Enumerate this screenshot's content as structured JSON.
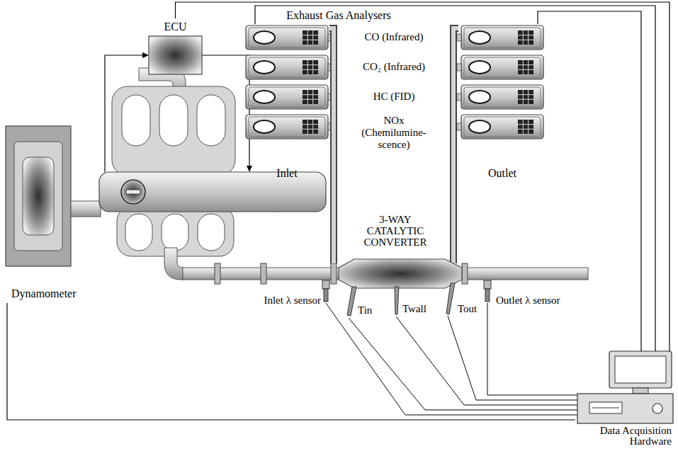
{
  "diagram": {
    "nodes": [
      {
        "text": [
          "ECU"
        ]
      },
      {
        "text": [
          "Dynamometer"
        ]
      },
      {
        "text": [
          "Inlet"
        ]
      },
      {
        "text": [
          "Outlet"
        ]
      },
      {
        "text": [
          "3-WAY CATALYTIC CONVERTER"
        ]
      },
      {
        "text": [
          "Data Acquisition Hardware"
        ]
      }
    ],
    "edges": [
      {
        "from": 0,
        "to": 5,
        "arrow": "none"
      },
      {
        "from": 2,
        "to": 5,
        "arrow": "none"
      },
      {
        "from": 3,
        "to": 5,
        "arrow": "none"
      },
      {
        "from": 4,
        "to": 2,
        "arrow": "none"
      },
      {
        "from": 4,
        "to": 3,
        "arrow": "none"
      },
      {
        "from": 1,
        "to": 5,
        "arrow": "none"
      }
    ],
    "labels": [
      "Exhaust Gas Analysers",
      "CO (Infrared)",
      "CO₂ (Infrared)",
      "HC (FID)",
      "NOx (Chemilumine- scence)",
      "Inlet λ sensor",
      "Tin",
      "Twall",
      "Tout",
      "Outlet λ sensor"
    ]
  }
}
